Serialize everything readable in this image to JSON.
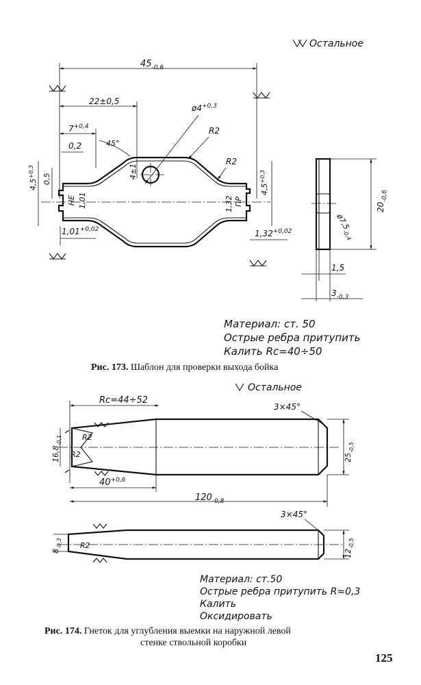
{
  "page_number": "125",
  "fig173": {
    "surface_note": "Остальное",
    "dims": {
      "overall_length": "45",
      "overall_length_tol": "-0,6",
      "d22": "22±0,5",
      "hole_dia": "ø4",
      "hole_dia_tol": "+0,3",
      "d7": "7",
      "d7_tol": "+0,4",
      "d45deg": "45°",
      "d02": "0,2",
      "r2a": "R2",
      "r2b": "R2",
      "d4pm1": "4±1",
      "d45_left": "4,5",
      "d45_left_tol": "+0,3",
      "d05": "0,5",
      "he": "НЕ",
      "d101_vert": "1,01",
      "d101_bottom": "1,01",
      "d101_bottom_tol": "+0,02",
      "d45_right": "4,5",
      "d45_right_tol": "+0,3",
      "d132_vert": "1,32",
      "pr": "ПР",
      "d132_bottom": "1,32",
      "d132_bottom_tol": "+0,02",
      "d20": "20",
      "d20_tol": "-0,6",
      "d75": "ø7,5",
      "d75_tol": "-0,4",
      "d15": "1,5",
      "d3": "3",
      "d3_tol": "-0,3"
    },
    "notes": [
      "Материал: ст. 50",
      "Острые ребра притупить",
      "Калить Rc=40÷50"
    ],
    "caption_label": "Рис. 173.",
    "caption_text": "Шаблон для проверки выхода бойка"
  },
  "fig174": {
    "surface_note": "Остальное",
    "dims": {
      "rc": "Rс=44÷52",
      "chamfer_top": "3×45°",
      "r2_top": "R2",
      "r2_bot": "R2",
      "d168": "16,8",
      "d168_tol": "-0,1",
      "d25": "25",
      "d25_tol": "-0,5",
      "d40": "40",
      "d40_tol": "+0,6",
      "d120": "120",
      "d120_tol": "-0,8",
      "chamfer_side": "3×45°",
      "d8": "8",
      "d8_tol": "-0,3",
      "r2_side": "R2",
      "d12": "12",
      "d12_tol": "-0,5"
    },
    "notes": [
      "Материал: ст.50",
      "Острые ребра притупить R≈0,3",
      "Калить",
      "Оксидировать"
    ],
    "caption_label": "Рис. 174.",
    "caption_line1": "Гнеток для углубления выемки на наружной левой",
    "caption_line2": "стенке ствольной коробки"
  }
}
